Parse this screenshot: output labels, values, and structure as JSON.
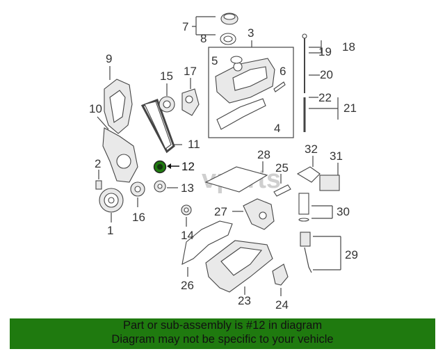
{
  "watermark": "vparts",
  "callouts": [
    "1",
    "2",
    "3",
    "4",
    "5",
    "6",
    "7",
    "8",
    "9",
    "10",
    "11",
    "12",
    "13",
    "14",
    "15",
    "16",
    "17",
    "18",
    "19",
    "20",
    "21",
    "22",
    "23",
    "24",
    "25",
    "26",
    "27",
    "28",
    "29",
    "30",
    "31",
    "32"
  ],
  "highlighted_part": "12",
  "banner": {
    "line1": "Part or sub-assembly is #12 in diagram",
    "line2": "Diagram may not be specific to your vehicle",
    "color": "#1f7a0f"
  }
}
